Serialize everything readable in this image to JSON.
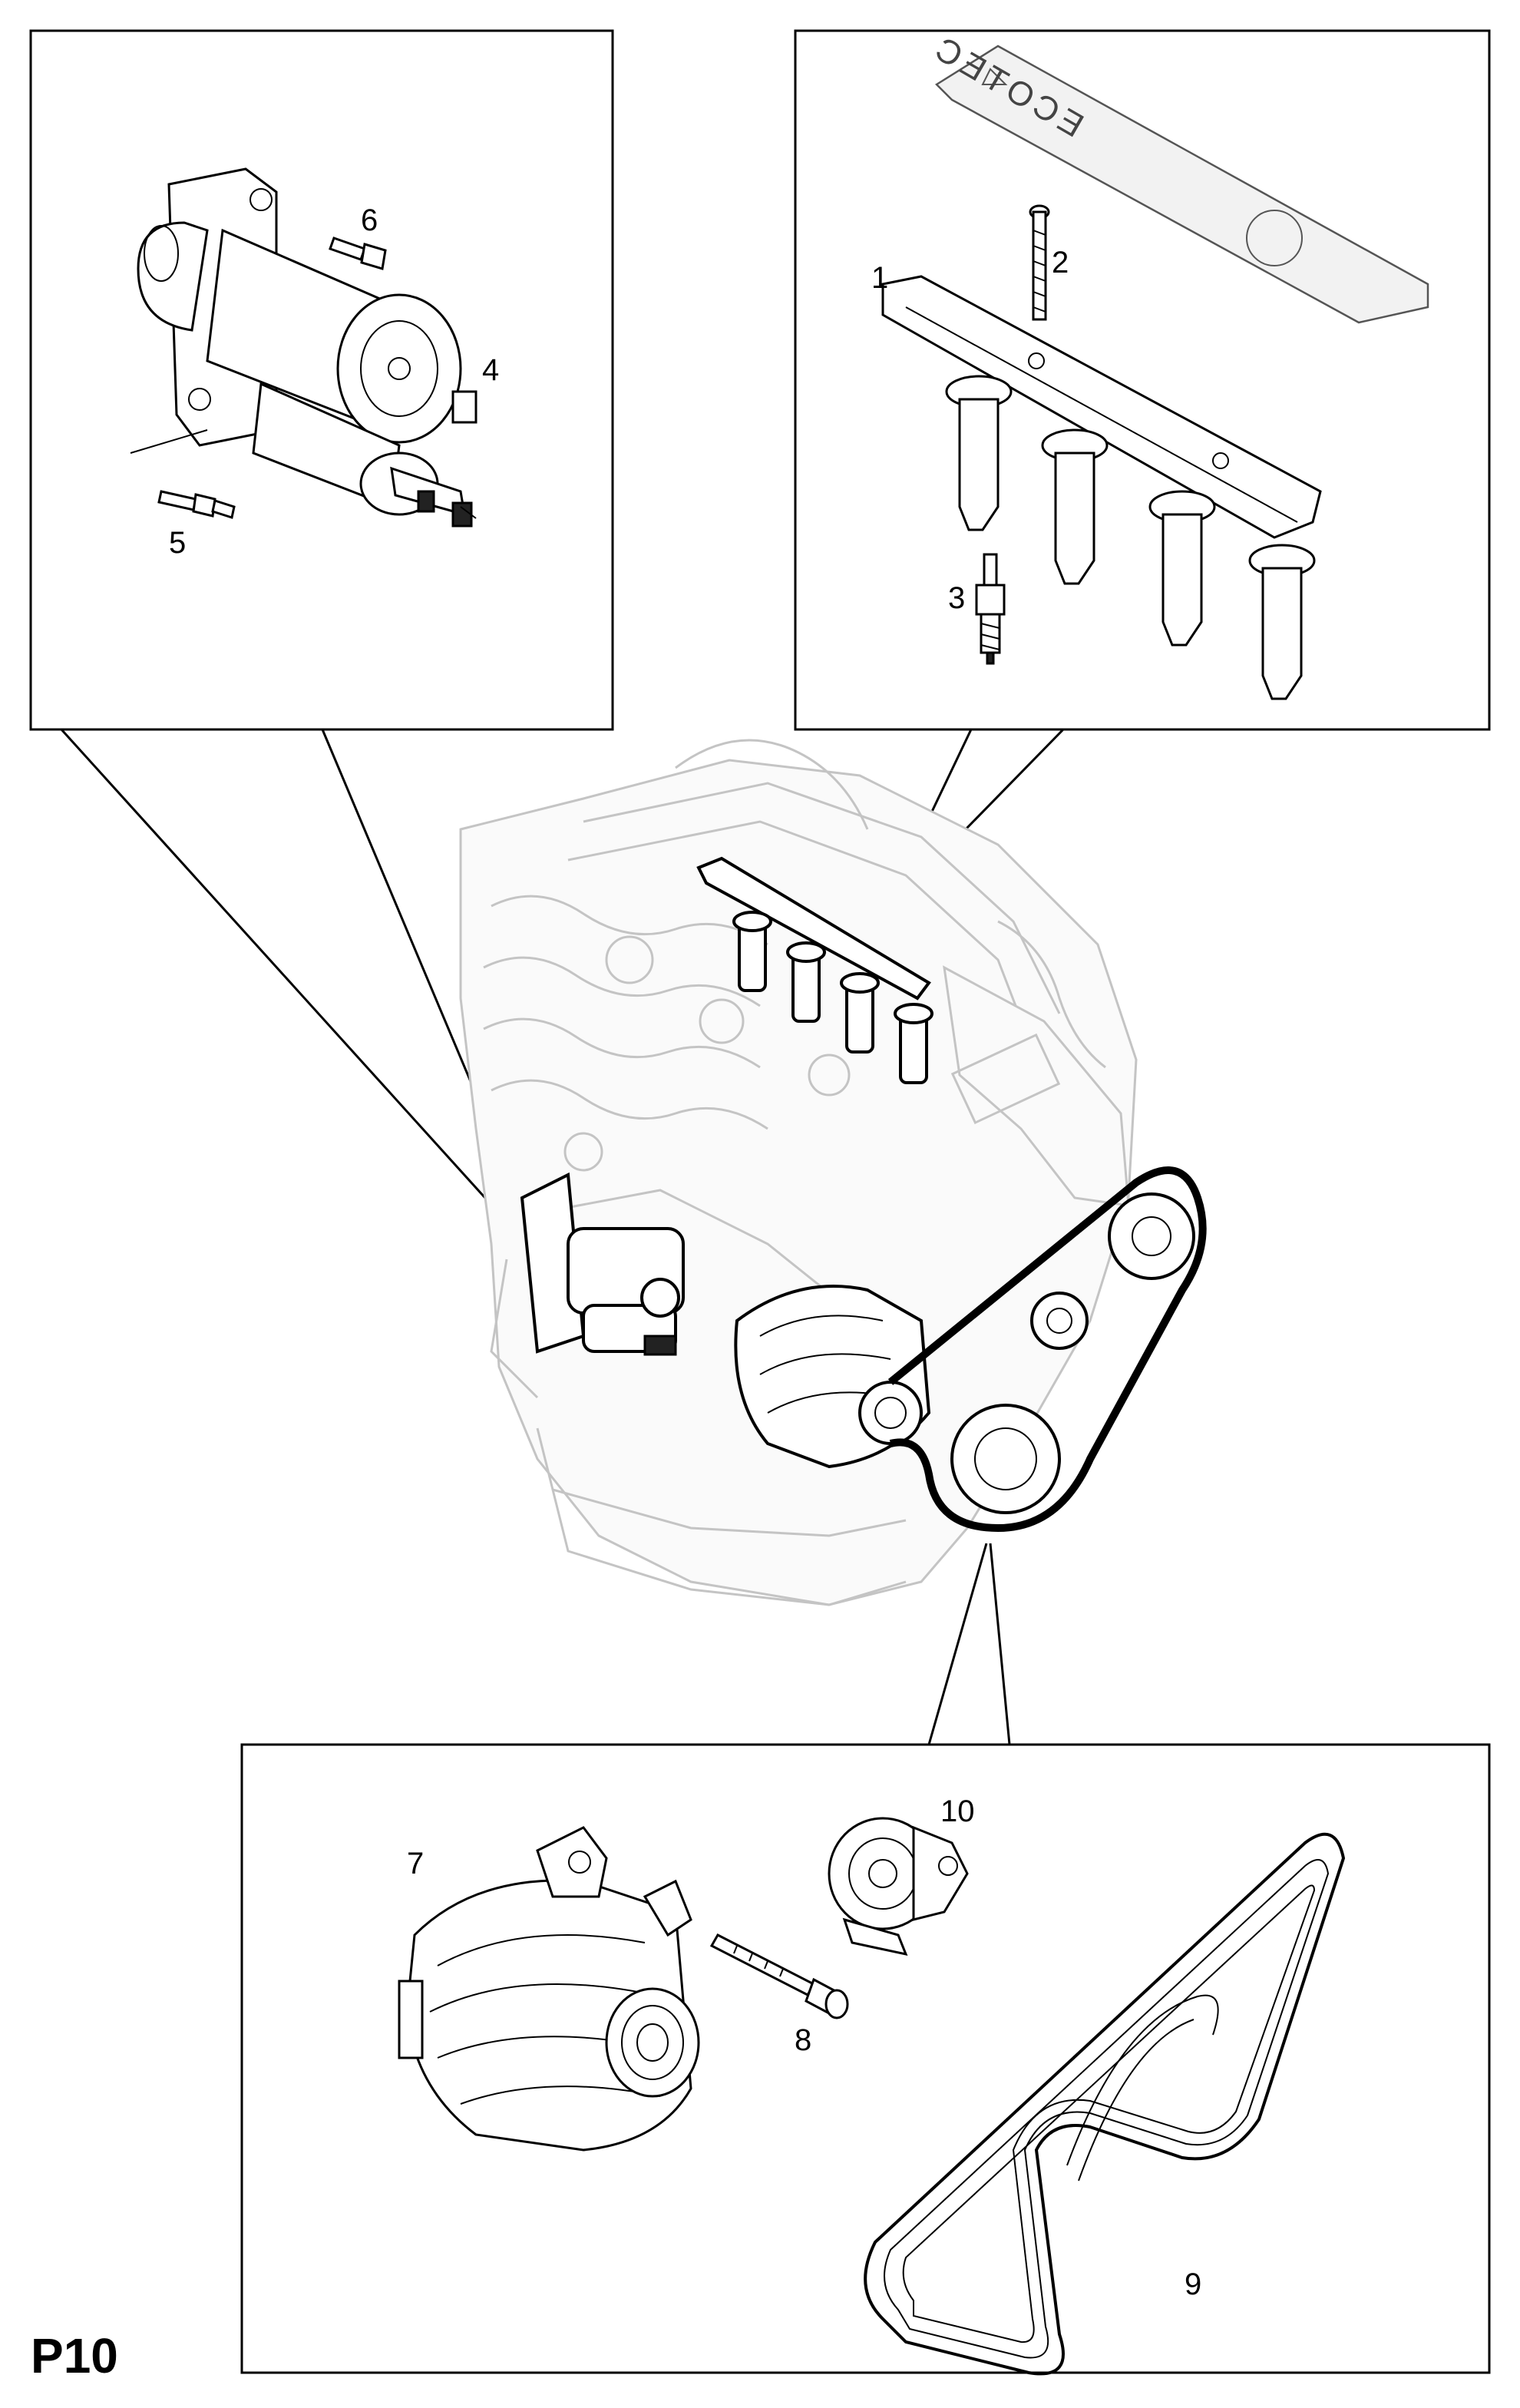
{
  "page_code": "P10",
  "cover_logo_text": "ECOTEC",
  "callouts": {
    "c1": "1",
    "c2": "2",
    "c3": "3",
    "c4": "4",
    "c5": "5",
    "c6": "6",
    "c7": "7",
    "c8": "8",
    "c9": "9",
    "c10": "10"
  }
}
